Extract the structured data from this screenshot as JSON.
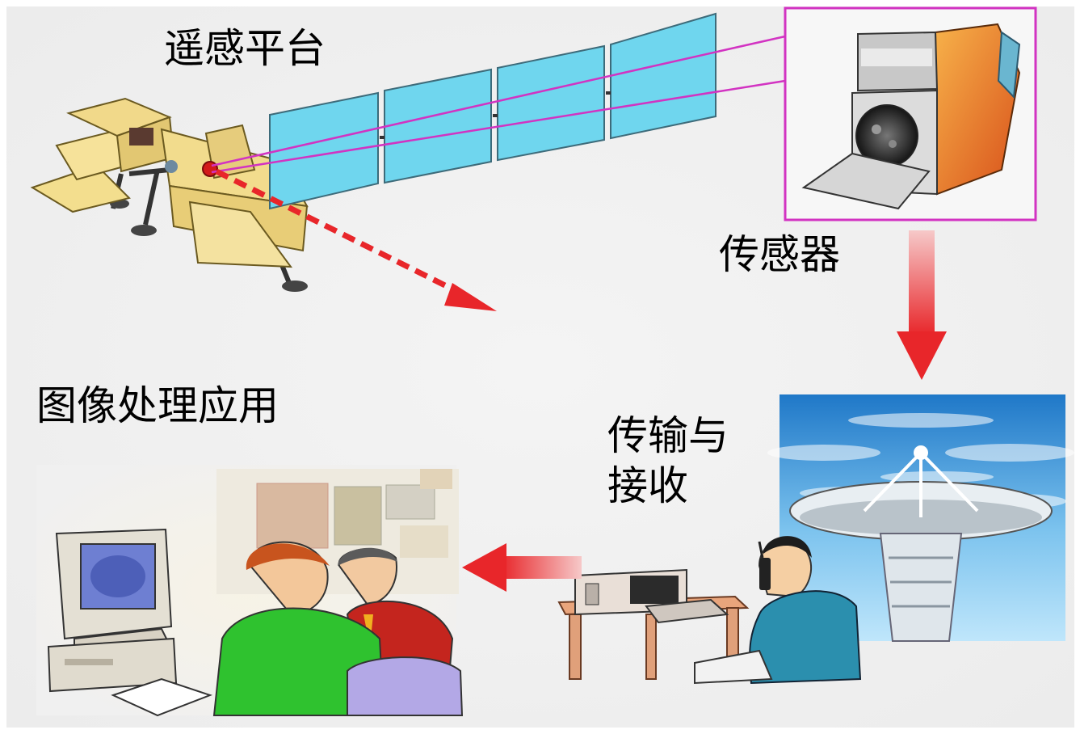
{
  "diagram": {
    "labels": {
      "platform": "遥感平台",
      "sensor": "传感器",
      "image_processing": "图像处理应用",
      "transmission_line1": "传输与",
      "transmission_line2": "接收"
    },
    "colors": {
      "background": "#f0f0f0",
      "solar_panel": "#6fd6ee",
      "satellite_body": "#f1dc8a",
      "sensor_frame": "#d233c2",
      "arrow_red": "#e8262a",
      "sky": "#4aa6e0"
    },
    "icons": [
      "satellite-icon",
      "sensor-icon",
      "antenna-dish-icon",
      "computer-icon",
      "people-icon",
      "radio-operator-icon"
    ]
  }
}
